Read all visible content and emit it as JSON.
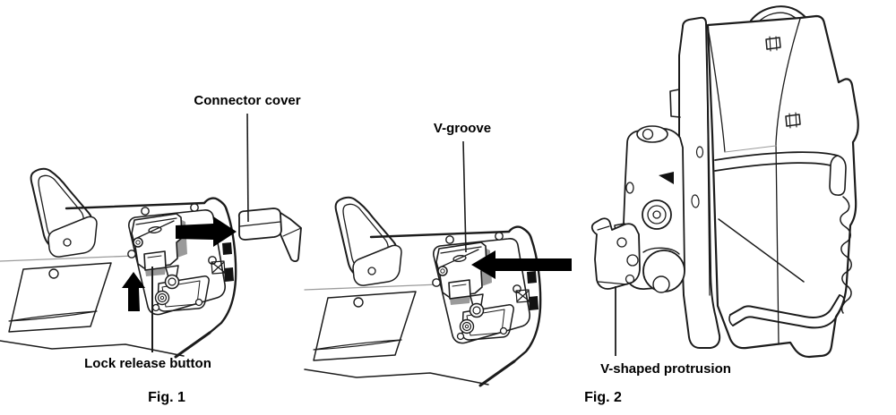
{
  "page": {
    "background": "#ffffff",
    "type_note": "technical manual illustration with two figures"
  },
  "figure1": {
    "caption": "Fig. 1",
    "connector_cover_label": "Connector cover",
    "lock_release_button_label": "Lock release button"
  },
  "figure2": {
    "caption": "Fig. 2",
    "v_groove_label": "V-groove",
    "v_shaped_protrusion_label": "V-shaped protrusion"
  },
  "colors": {
    "line": "#1b1b1b",
    "line_light": "#9b9b9b",
    "shadow_gray": "#9a9a9a",
    "arrow_fill": "#000000",
    "text": "#000000",
    "background": "#ffffff"
  }
}
